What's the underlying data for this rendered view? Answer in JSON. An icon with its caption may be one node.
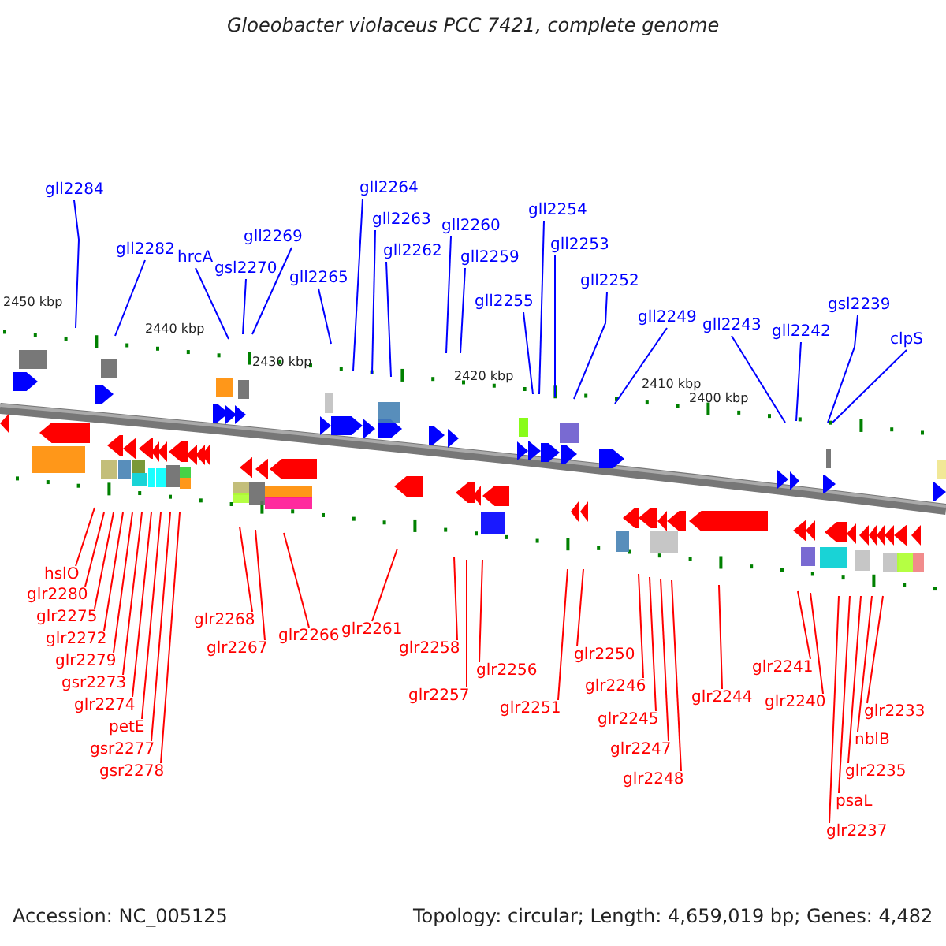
{
  "diagram": {
    "title": "Gloeobacter violaceus PCC 7421, complete genome",
    "nodes": [
      {
        "text": [
          "gll2284"
        ]
      },
      {
        "text": [
          "gll2282"
        ]
      },
      {
        "text": [
          "hrcA"
        ]
      },
      {
        "text": [
          "gll2269"
        ]
      },
      {
        "text": [
          "gsl2270"
        ]
      },
      {
        "text": [
          "gll2265"
        ]
      },
      {
        "text": [
          "gll2264"
        ]
      },
      {
        "text": [
          "gll2263"
        ]
      },
      {
        "text": [
          "gll2262"
        ]
      },
      {
        "text": [
          "gll2260"
        ]
      },
      {
        "text": [
          "gll2259"
        ]
      },
      {
        "text": [
          "gll2254"
        ]
      },
      {
        "text": [
          "gll2253"
        ]
      },
      {
        "text": [
          "gll2252"
        ]
      },
      {
        "text": [
          "gll2255"
        ]
      },
      {
        "text": [
          "gll2249"
        ]
      },
      {
        "text": [
          "gll2243"
        ]
      },
      {
        "text": [
          "gll2242"
        ]
      },
      {
        "text": [
          "gsl2239"
        ]
      },
      {
        "text": [
          "clpS"
        ]
      },
      {
        "text": [
          "hslO"
        ]
      },
      {
        "text": [
          "glr2280"
        ]
      },
      {
        "text": [
          "glr2279"
        ]
      },
      {
        "text": [
          "glr2275"
        ]
      },
      {
        "text": [
          "glr2272"
        ]
      },
      {
        "text": [
          "gsr2273"
        ]
      },
      {
        "text": [
          "glr2274"
        ]
      },
      {
        "text": [
          "petE"
        ]
      },
      {
        "text": [
          "gsr2277"
        ]
      },
      {
        "text": [
          "gsr2278"
        ]
      },
      {
        "text": [
          "glr2268"
        ]
      },
      {
        "text": [
          "glr2267"
        ]
      },
      {
        "text": [
          "glr2266"
        ]
      },
      {
        "text": [
          "glr2261"
        ]
      },
      {
        "text": [
          "glr2258"
        ]
      },
      {
        "text": [
          "glr2257"
        ]
      },
      {
        "text": [
          "glr2256"
        ]
      },
      {
        "text": [
          "glr2250"
        ]
      },
      {
        "text": [
          "glr2251"
        ]
      },
      {
        "text": [
          "glr2246"
        ]
      },
      {
        "text": [
          "glr2245"
        ]
      },
      {
        "text": [
          "glr2247"
        ]
      },
      {
        "text": [
          "glr2248"
        ]
      },
      {
        "text": [
          "glr2244"
        ]
      },
      {
        "text": [
          "glr2241"
        ]
      },
      {
        "text": [
          "glr2240"
        ]
      },
      {
        "text": [
          "glr2237"
        ]
      },
      {
        "text": [
          "psaL"
        ]
      },
      {
        "text": [
          "glr2235"
        ]
      },
      {
        "text": [
          "nblB"
        ]
      },
      {
        "text": [
          "glr2233"
        ]
      }
    ],
    "edges": [
      {
        "from": 0,
        "to": null,
        "arrow": "none",
        "color": "#0000ff"
      },
      {
        "from": 1,
        "to": null,
        "arrow": "none",
        "color": "#0000ff"
      },
      {
        "from": 2,
        "to": null,
        "arrow": "none",
        "color": "#0000ff"
      },
      {
        "from": 3,
        "to": null,
        "arrow": "none",
        "color": "#0000ff"
      },
      {
        "from": 4,
        "to": null,
        "arrow": "none",
        "color": "#0000ff"
      },
      {
        "from": 5,
        "to": null,
        "arrow": "none",
        "color": "#0000ff"
      },
      {
        "from": 6,
        "to": null,
        "arrow": "none",
        "color": "#0000ff"
      },
      {
        "from": 7,
        "to": null,
        "arrow": "none",
        "color": "#0000ff"
      },
      {
        "from": 8,
        "to": null,
        "arrow": "none",
        "color": "#0000ff"
      },
      {
        "from": 9,
        "to": null,
        "arrow": "none",
        "color": "#0000ff"
      },
      {
        "from": 10,
        "to": null,
        "arrow": "none",
        "color": "#0000ff"
      },
      {
        "from": 11,
        "to": null,
        "arrow": "none",
        "color": "#0000ff"
      },
      {
        "from": 12,
        "to": null,
        "arrow": "none",
        "color": "#0000ff"
      },
      {
        "from": 13,
        "to": null,
        "arrow": "none",
        "color": "#0000ff"
      },
      {
        "from": 14,
        "to": null,
        "arrow": "none",
        "color": "#0000ff"
      },
      {
        "from": 15,
        "to": null,
        "arrow": "none",
        "color": "#0000ff"
      },
      {
        "from": 16,
        "to": null,
        "arrow": "none",
        "color": "#0000ff"
      },
      {
        "from": 17,
        "to": null,
        "arrow": "none",
        "color": "#0000ff"
      },
      {
        "from": 18,
        "to": null,
        "arrow": "none",
        "color": "#0000ff"
      },
      {
        "from": 19,
        "to": null,
        "arrow": "none",
        "color": "#0000ff"
      },
      {
        "from": 20,
        "to": null,
        "arrow": "none",
        "color": "#ff0000"
      },
      {
        "from": 21,
        "to": null,
        "arrow": "none",
        "color": "#ff0000"
      },
      {
        "from": 22,
        "to": null,
        "arrow": "none",
        "color": "#ff0000"
      },
      {
        "from": 23,
        "to": null,
        "arrow": "none",
        "color": "#ff0000"
      },
      {
        "from": 24,
        "to": null,
        "arrow": "none",
        "color": "#ff0000"
      },
      {
        "from": 25,
        "to": null,
        "arrow": "none",
        "color": "#ff0000"
      },
      {
        "from": 26,
        "to": null,
        "arrow": "none",
        "color": "#ff0000"
      },
      {
        "from": 27,
        "to": null,
        "arrow": "none",
        "color": "#ff0000"
      },
      {
        "from": 28,
        "to": null,
        "arrow": "none",
        "color": "#ff0000"
      },
      {
        "from": 29,
        "to": null,
        "arrow": "none",
        "color": "#ff0000"
      },
      {
        "from": 30,
        "to": null,
        "arrow": "none",
        "color": "#ff0000"
      },
      {
        "from": 31,
        "to": null,
        "arrow": "none",
        "color": "#ff0000"
      },
      {
        "from": 32,
        "to": null,
        "arrow": "none",
        "color": "#ff0000"
      },
      {
        "from": 33,
        "to": null,
        "arrow": "none",
        "color": "#ff0000"
      },
      {
        "from": 34,
        "to": null,
        "arrow": "none",
        "color": "#ff0000"
      },
      {
        "from": 35,
        "to": null,
        "arrow": "none",
        "color": "#ff0000"
      },
      {
        "from": 36,
        "to": null,
        "arrow": "none",
        "color": "#ff0000"
      },
      {
        "from": 37,
        "to": null,
        "arrow": "none",
        "color": "#ff0000"
      },
      {
        "from": 38,
        "to": null,
        "arrow": "none",
        "color": "#ff0000"
      },
      {
        "from": 39,
        "to": null,
        "arrow": "none",
        "color": "#ff0000"
      },
      {
        "from": 40,
        "to": null,
        "arrow": "none",
        "color": "#ff0000"
      },
      {
        "from": 41,
        "to": null,
        "arrow": "none",
        "color": "#ff0000"
      },
      {
        "from": 42,
        "to": null,
        "arrow": "none",
        "color": "#ff0000"
      },
      {
        "from": 43,
        "to": null,
        "arrow": "none",
        "color": "#ff0000"
      },
      {
        "from": 44,
        "to": null,
        "arrow": "none",
        "color": "#ff0000"
      },
      {
        "from": 45,
        "to": null,
        "arrow": "none",
        "color": "#ff0000"
      },
      {
        "from": 46,
        "to": null,
        "arrow": "none",
        "color": "#ff0000"
      },
      {
        "from": 47,
        "to": null,
        "arrow": "none",
        "color": "#ff0000"
      },
      {
        "from": 48,
        "to": null,
        "arrow": "none",
        "color": "#ff0000"
      },
      {
        "from": 49,
        "to": null,
        "arrow": "none",
        "color": "#ff0000"
      },
      {
        "from": 50,
        "to": null,
        "arrow": "none",
        "color": "#ff0000"
      }
    ],
    "labels": [
      "2450 kbp",
      "2440 kbp",
      "2430 kbp",
      "2420 kbp",
      "2410 kbp",
      "2400 kbp",
      "Accession: NC_005125",
      "Topology: circular; Length: 4,659,019 bp; Genes: 4,482"
    ]
  }
}
